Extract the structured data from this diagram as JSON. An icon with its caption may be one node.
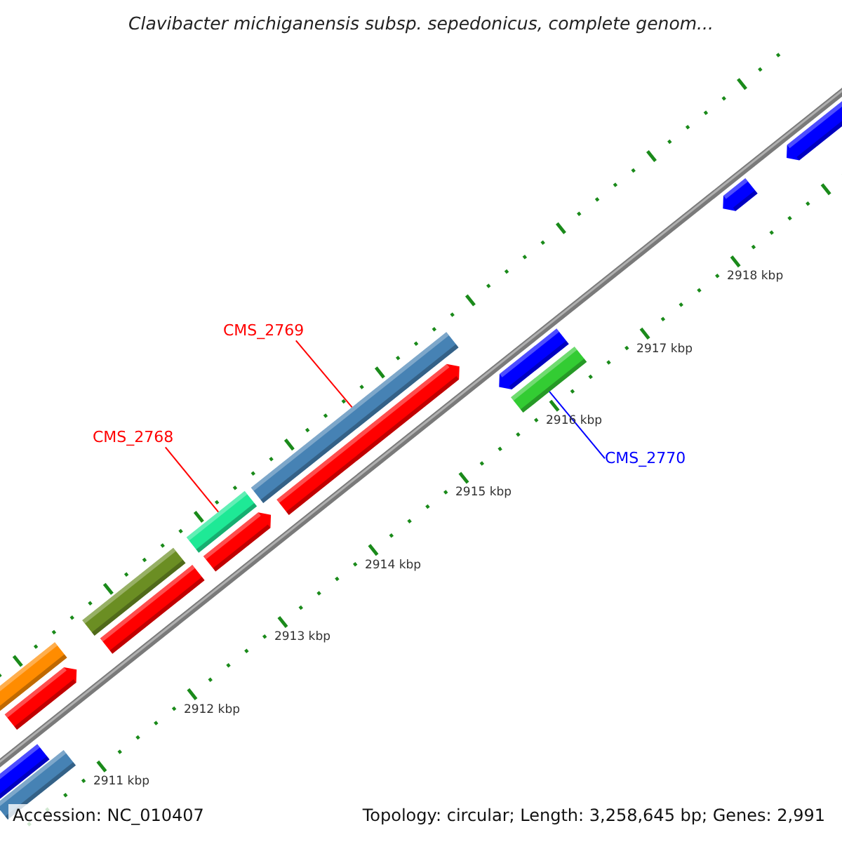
{
  "diagram": {
    "title": "Clavibacter michiganensis subsp. sepedonicus, complete genom...",
    "nodes": [
      {
        "text": [
          "CMS_2769"
        ]
      },
      {
        "text": [],
        "shape": "bar"
      },
      {
        "text": [
          "CMS_2768"
        ]
      },
      {
        "text": [],
        "shape": "bar"
      },
      {
        "text": [
          "CMS_2770"
        ]
      },
      {
        "text": [],
        "shape": "bar"
      }
    ],
    "edges": [
      {
        "from": 0,
        "to": 1,
        "arrow": "none",
        "color": "#ff0000"
      },
      {
        "from": 2,
        "to": 3,
        "arrow": "none",
        "color": "#ff0000"
      },
      {
        "from": 4,
        "to": 5,
        "arrow": "none",
        "color": "#0000ff"
      }
    ],
    "labels": [
      "2911 kbp",
      "2912 kbp",
      "2913 kbp",
      "2914 kbp",
      "2915 kbp",
      "2916 kbp",
      "2917 kbp",
      "2918 kbp",
      "Accession: NC_010407",
      "Topology: circular; Length: 3,258,645 bp; Genes: 2,991"
    ]
  }
}
